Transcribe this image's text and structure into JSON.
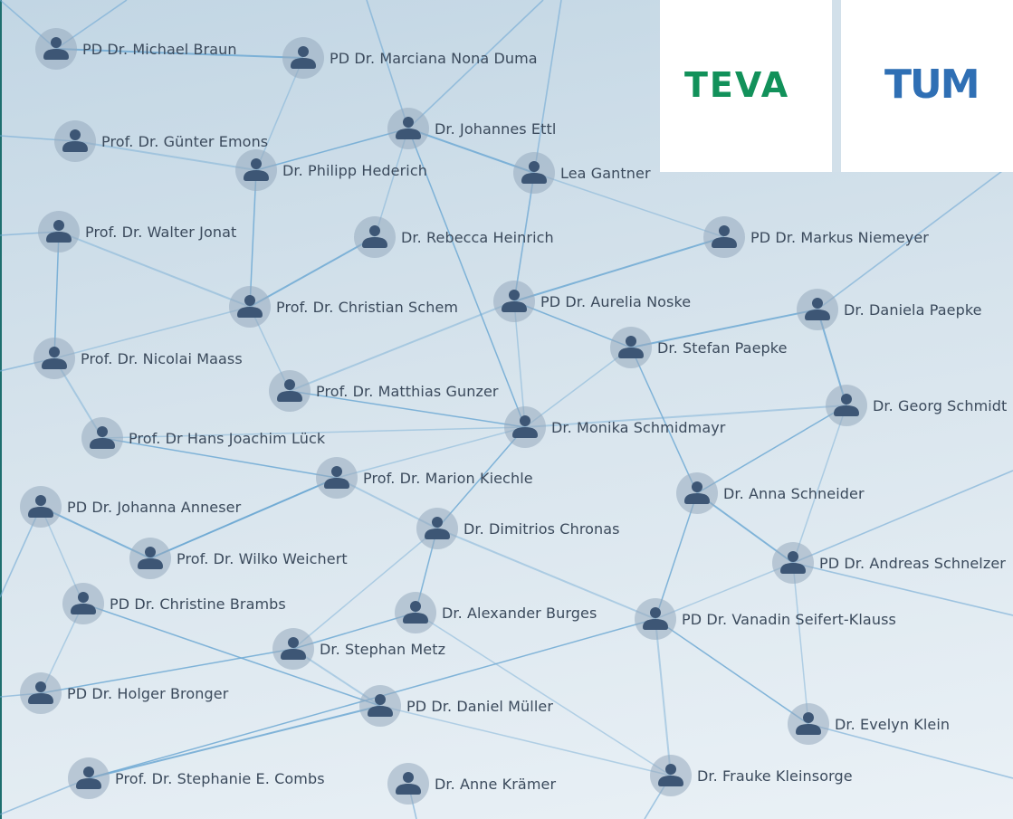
{
  "people": [
    {
      "name": "PD Dr. Michael Braun"
    },
    {
      "name": "PD Dr. Marciana Nona Duma"
    },
    {
      "name": "Dr. Johannes Ettl"
    },
    {
      "name": "Prof. Dr. Günter Emons"
    },
    {
      "name": "Dr. Philipp Hederich"
    },
    {
      "name": "Lea Gantner"
    },
    {
      "name": "Prof. Dr. Walter Jonat"
    },
    {
      "name": "Dr. Rebecca Heinrich"
    },
    {
      "name": "PD Dr. Markus Niemeyer"
    },
    {
      "name": "Prof. Dr. Christian Schem"
    },
    {
      "name": "PD Dr. Aurelia Noske"
    },
    {
      "name": "Dr. Daniela Paepke"
    },
    {
      "name": "Prof. Dr. Nicolai Maass"
    },
    {
      "name": "Dr. Stefan Paepke"
    },
    {
      "name": "Prof. Dr. Matthias Gunzer"
    },
    {
      "name": "Dr. Georg Schmidt"
    },
    {
      "name": "Prof. Dr Hans Joachim Lück"
    },
    {
      "name": "Dr. Monika Schmidmayr"
    },
    {
      "name": "Prof. Dr. Marion Kiechle"
    },
    {
      "name": "Dr. Anna Schneider"
    },
    {
      "name": "PD Dr. Johanna Anneser"
    },
    {
      "name": "Dr. Dimitrios Chronas"
    },
    {
      "name": "Prof. Dr. Wilko Weichert"
    },
    {
      "name": "PD Dr. Andreas Schnelzer"
    },
    {
      "name": "PD Dr. Christine Brambs"
    },
    {
      "name": "Dr. Alexander Burges"
    },
    {
      "name": "PD Dr. Vanadin Seifert-Klauss"
    },
    {
      "name": "Dr. Stephan Metz"
    },
    {
      "name": "PD Dr. Holger Bronger"
    },
    {
      "name": "PD Dr. Daniel Müller"
    },
    {
      "name": "Dr. Evelyn Klein"
    },
    {
      "name": "Prof. Dr. Stephanie E. Combs"
    },
    {
      "name": "Dr. Anne Krämer"
    },
    {
      "name": "Dr. Frauke Kleinsorge"
    }
  ],
  "logos": {
    "teva": "TEVA",
    "tum": "TUM"
  },
  "colors": {
    "edge": "#6fa9d3",
    "avatar": "#3d5675",
    "text": "#3b4a5c"
  }
}
